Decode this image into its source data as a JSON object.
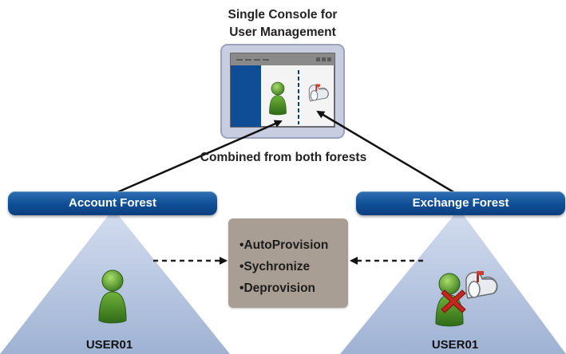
{
  "header": {
    "title_line1": "Single Console for",
    "title_line2": "User Management",
    "subtitle": "Combined from both forests"
  },
  "forests": [
    {
      "label": "Account Forest",
      "user": "USER01"
    },
    {
      "label": "Exchange Forest",
      "user": "USER01"
    }
  ],
  "actions": [
    "AutoProvision",
    "Sychronize",
    "Deprovision"
  ],
  "colors": {
    "banner": "#0f4e96",
    "triangle": "#aebfdc",
    "actions_box": "#a99e93",
    "console_frame": "#b9bfd6",
    "user_green": "#4b8f2a",
    "deprovision_x": "#c0271f"
  },
  "icons": [
    "user-icon",
    "mailbox-icon",
    "x-mark-icon"
  ]
}
